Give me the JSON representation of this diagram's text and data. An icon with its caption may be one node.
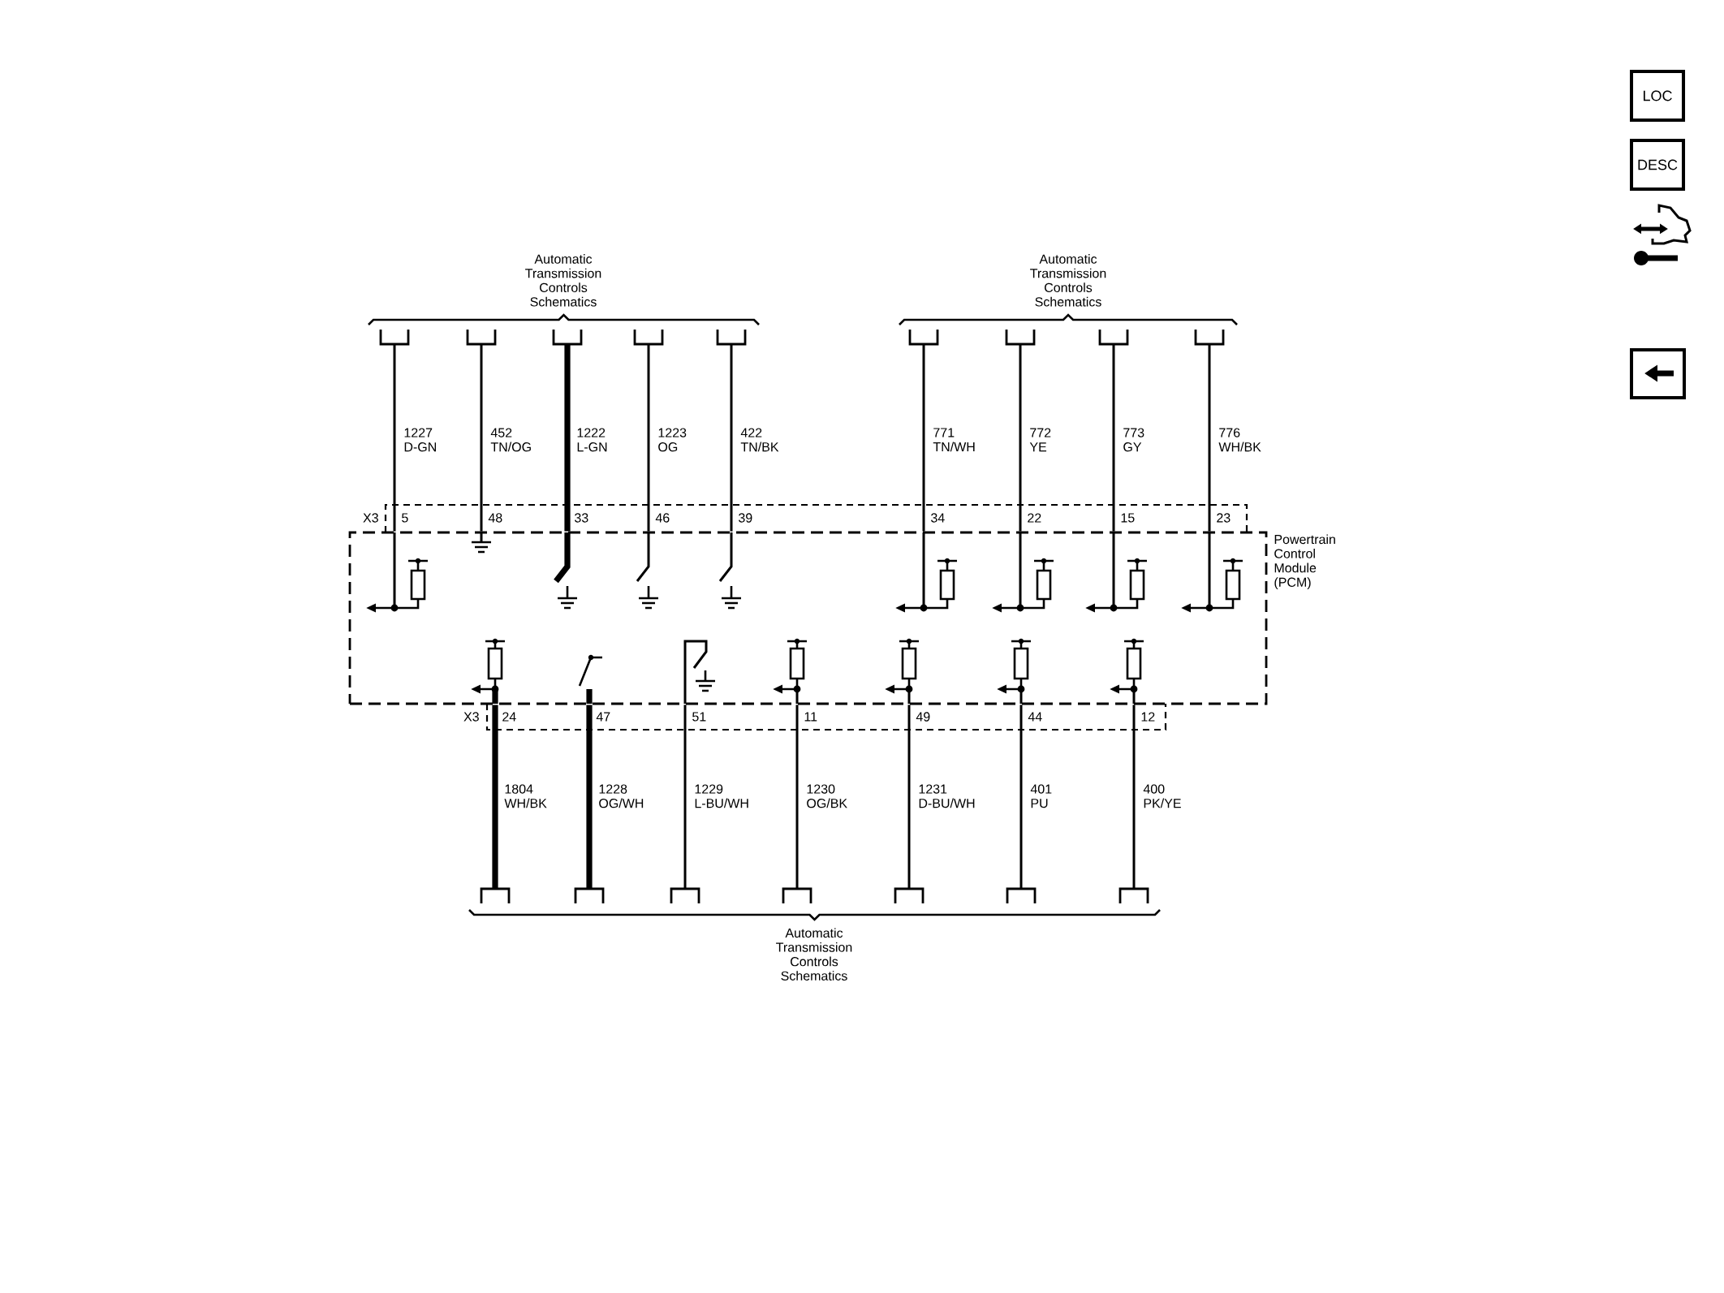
{
  "diagram": {
    "nodes": [
      {
        "text": [
          "Powertrain Control Module (PCM)"
        ]
      },
      {
        "text": [],
        "shape": "terminal"
      },
      {
        "text": [],
        "shape": "terminal"
      },
      {
        "text": [],
        "shape": "terminal"
      },
      {
        "text": [],
        "shape": "terminal"
      },
      {
        "text": [],
        "shape": "terminal"
      },
      {
        "text": [],
        "shape": "terminal"
      },
      {
        "text": [],
        "shape": "terminal"
      },
      {
        "text": [],
        "shape": "terminal"
      },
      {
        "text": [],
        "shape": "terminal"
      },
      {
        "text": [],
        "shape": "terminal"
      },
      {
        "text": [],
        "shape": "terminal"
      },
      {
        "text": [],
        "shape": "terminal"
      },
      {
        "text": [],
        "shape": "terminal"
      },
      {
        "text": [],
        "shape": "terminal"
      },
      {
        "text": [],
        "shape": "terminal"
      },
      {
        "text": [],
        "shape": "terminal"
      }
    ],
    "edges": [
      {
        "from": 1,
        "to": 0,
        "arrow": "none",
        "label": "1227 D-GN"
      },
      {
        "from": 2,
        "to": 0,
        "arrow": "none",
        "label": "452 TN/OG"
      },
      {
        "from": 3,
        "to": 0,
        "arrow": "none",
        "label": "1222 L-GN",
        "style": "thick"
      },
      {
        "from": 4,
        "to": 0,
        "arrow": "none",
        "label": "1223 OG"
      },
      {
        "from": 5,
        "to": 0,
        "arrow": "none",
        "label": "422 TN/BK"
      },
      {
        "from": 6,
        "to": 0,
        "arrow": "none",
        "label": "771 TN/WH"
      },
      {
        "from": 7,
        "to": 0,
        "arrow": "none",
        "label": "772 YE"
      },
      {
        "from": 8,
        "to": 0,
        "arrow": "none",
        "label": "773 GY"
      },
      {
        "from": 9,
        "to": 0,
        "arrow": "none",
        "label": "776 WH/BK"
      },
      {
        "from": 0,
        "to": 10,
        "arrow": "none",
        "label": "1804 WH/BK",
        "style": "thick"
      },
      {
        "from": 0,
        "to": 11,
        "arrow": "none",
        "label": "1228 OG/WH",
        "style": "thick"
      },
      {
        "from": 0,
        "to": 12,
        "arrow": "none",
        "label": "1229 L-BU/WH"
      },
      {
        "from": 0,
        "to": 13,
        "arrow": "none",
        "label": "1230 OG/BK"
      },
      {
        "from": 0,
        "to": 14,
        "arrow": "none",
        "label": "1231 D-BU/WH"
      },
      {
        "from": 0,
        "to": 15,
        "arrow": "none",
        "label": "401 PU"
      },
      {
        "from": 0,
        "to": 16,
        "arrow": "none",
        "label": "400 PK/YE"
      }
    ],
    "labels": [
      "LOC",
      "DESC",
      "Automatic Transmission Controls Schematics",
      "Automatic Transmission Controls Schematics",
      "X3",
      "5",
      "48",
      "33",
      "46",
      "39",
      "34",
      "22",
      "15",
      "23",
      "X3",
      "24",
      "47",
      "51",
      "11",
      "49",
      "44",
      "12",
      "Automatic Transmission Controls Schematics"
    ]
  }
}
